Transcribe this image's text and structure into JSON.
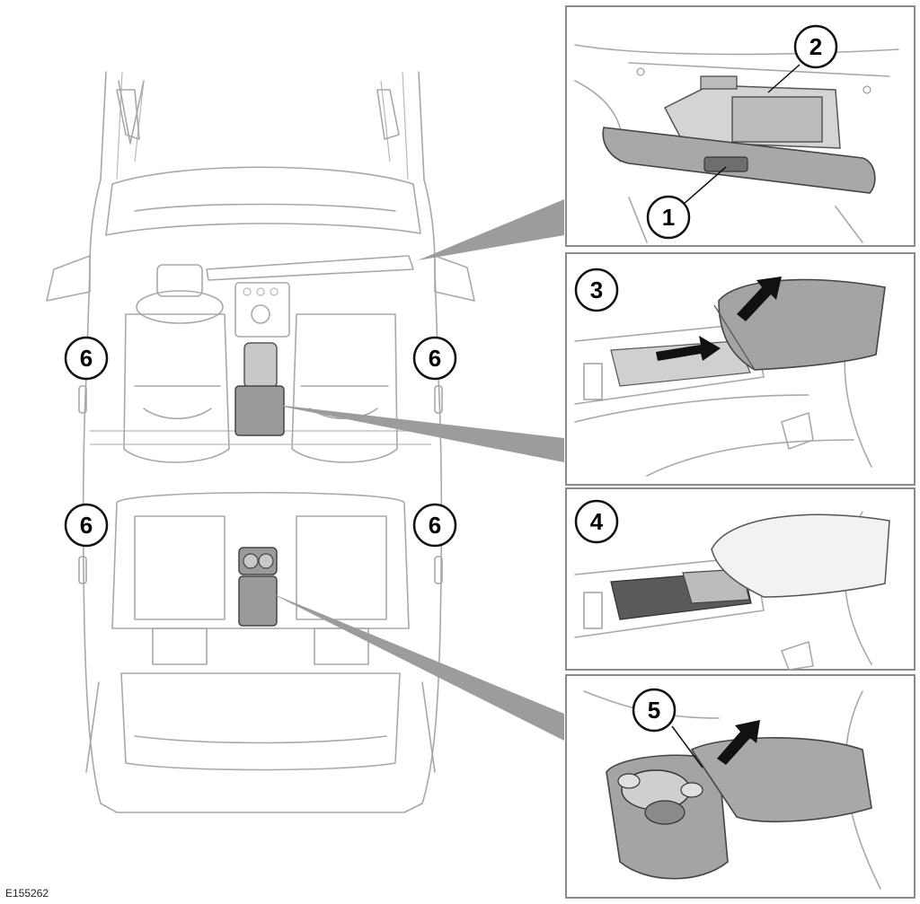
{
  "image_code": "E155262",
  "callouts": {
    "c1": "1",
    "c2": "2",
    "c3": "3",
    "c4": "4",
    "c5": "5",
    "c6_front_left": "6",
    "c6_front_right": "6",
    "c6_rear_left": "6",
    "c6_rear_right": "6"
  },
  "colors": {
    "line": "#a8a8a8",
    "panel_border": "#8a8a8a",
    "component_fill": "#9a9a9a",
    "pointer": "#9c9c9c"
  }
}
